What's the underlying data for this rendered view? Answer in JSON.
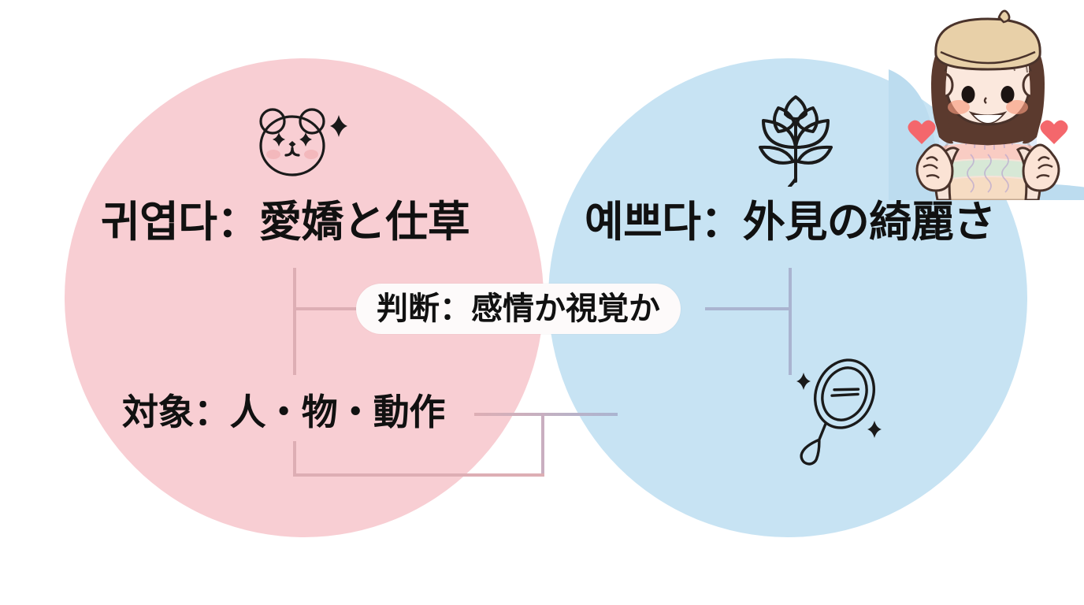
{
  "slide": {
    "background_color": "#ffffff",
    "left_circle": {
      "color": "#f8ced3",
      "title": "귀엽다：愛嬌と仕草",
      "sub_label": "対象：人・物・動作",
      "icon": "bear-face-sparkle-icon"
    },
    "right_circle": {
      "color": "#c7e3f3",
      "title": "예쁘다：外見の綺麗さ",
      "icons": [
        "tulip-flower-icon",
        "hand-mirror-sparkle-icon"
      ]
    },
    "center_pill": {
      "text": "判断：感情か視覚か",
      "background": "#fdfafa"
    },
    "connectors": {
      "left_color": "#ddaeb4",
      "right_color": "#aab4d0"
    },
    "character": {
      "name": "girl-finger-heart-illustration",
      "beret_color": "#e8d0a8",
      "hair_color": "#5b3a2e",
      "skin_color": "#fbe3d5",
      "heart_color": "#f4676c"
    }
  }
}
